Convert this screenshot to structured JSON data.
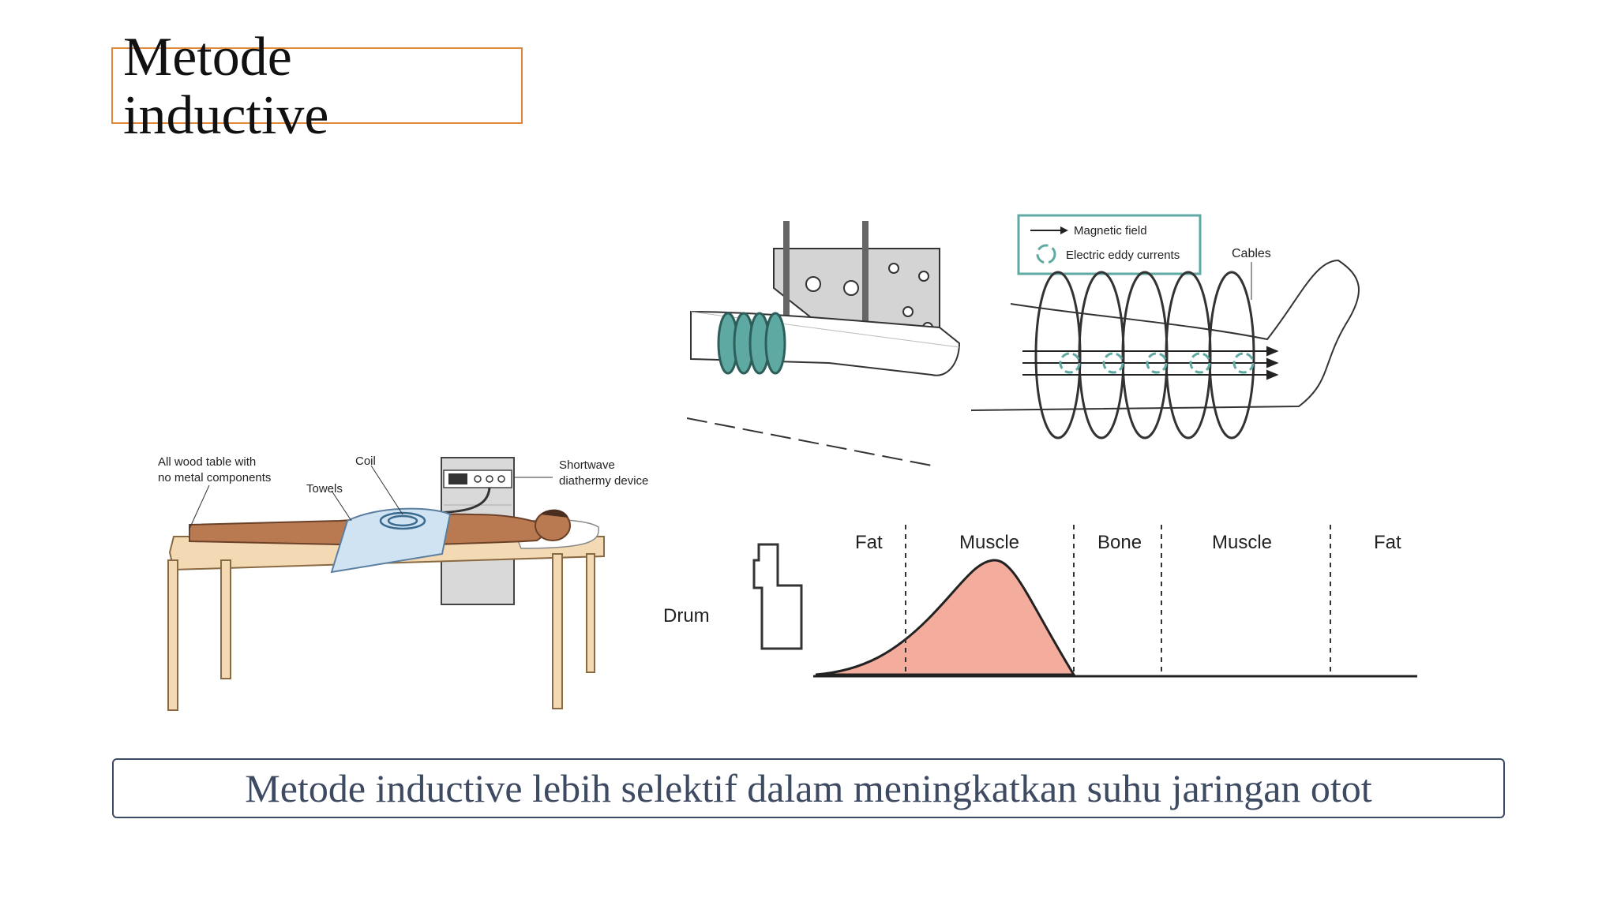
{
  "slide": {
    "title": "Metode\ninductive",
    "caption": "Metode inductive lebih selektif dalam meningkatkan suhu jaringan otot"
  },
  "figure_patient": {
    "label_table": "All wood table with\nno metal components",
    "label_coil": "Coil",
    "label_towels": "Towels",
    "label_device": "Shortwave\ndiathermy device"
  },
  "figure_coils": {
    "legend_magnetic": "Magnetic field",
    "legend_eddy": "Electric eddy currents",
    "label_cables": "Cables"
  },
  "figure_tissue": {
    "label_drum": "Drum",
    "layers": [
      "Fat",
      "Muscle",
      "Bone",
      "Muscle",
      "Fat"
    ]
  },
  "colors": {
    "title_border": "#e0883a",
    "caption_border": "#3d4a63",
    "caption_text": "#3e4a62",
    "teal": "#5fa9a3",
    "heat_fill": "#f4ad9c"
  }
}
